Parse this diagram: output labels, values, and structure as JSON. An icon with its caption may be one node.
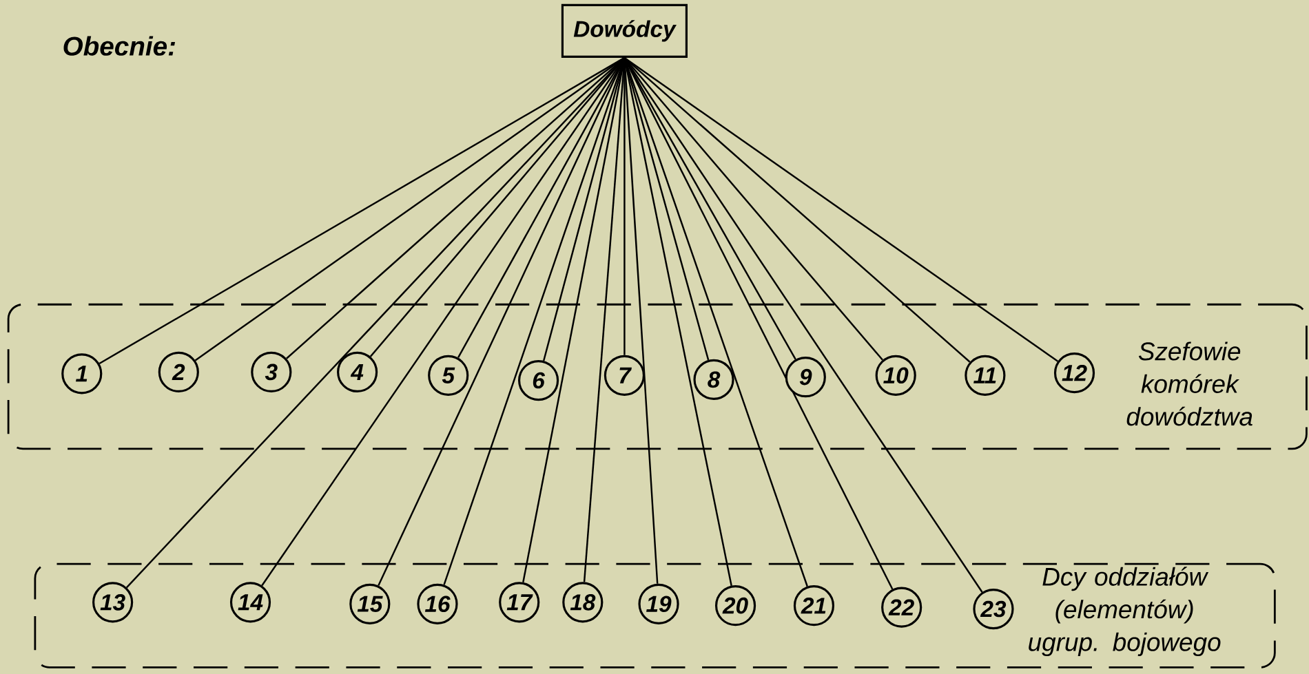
{
  "diagram": {
    "title": "Obecnie:",
    "nodes": [
      {
        "text": [
          "Dowódcy"
        ]
      },
      {
        "text": [
          "Szefowie komórek dowództwa"
        ]
      },
      {
        "text": [
          "1"
        ],
        "in": 1
      },
      {
        "text": [
          "2"
        ],
        "in": 1
      },
      {
        "text": [
          "3"
        ],
        "in": 1
      },
      {
        "text": [
          "4"
        ],
        "in": 1
      },
      {
        "text": [
          "5"
        ],
        "in": 1
      },
      {
        "text": [
          "6"
        ],
        "in": 1
      },
      {
        "text": [
          "7"
        ],
        "in": 1
      },
      {
        "text": [
          "8"
        ],
        "in": 1
      },
      {
        "text": [
          "9"
        ],
        "in": 1
      },
      {
        "text": [
          "10"
        ],
        "in": 1
      },
      {
        "text": [
          "11"
        ],
        "in": 1
      },
      {
        "text": [
          "12"
        ],
        "in": 1
      },
      {
        "text": [
          "Dcy oddziałów (elementów) ugrup. bojowego"
        ]
      },
      {
        "text": [
          "13"
        ],
        "in": 14
      },
      {
        "text": [
          "14"
        ],
        "in": 14
      },
      {
        "text": [
          "15"
        ],
        "in": 14
      },
      {
        "text": [
          "16"
        ],
        "in": 14
      },
      {
        "text": [
          "17"
        ],
        "in": 14
      },
      {
        "text": [
          "18"
        ],
        "in": 14
      },
      {
        "text": [
          "19"
        ],
        "in": 14
      },
      {
        "text": [
          "20"
        ],
        "in": 14
      },
      {
        "text": [
          "21"
        ],
        "in": 14
      },
      {
        "text": [
          "22"
        ],
        "in": 14
      },
      {
        "text": [
          "23"
        ],
        "in": 14
      }
    ],
    "edges": [
      {
        "from": 0,
        "to": 2,
        "arrow": "none"
      },
      {
        "from": 0,
        "to": 3,
        "arrow": "none"
      },
      {
        "from": 0,
        "to": 4,
        "arrow": "none"
      },
      {
        "from": 0,
        "to": 5,
        "arrow": "none"
      },
      {
        "from": 0,
        "to": 6,
        "arrow": "none"
      },
      {
        "from": 0,
        "to": 7,
        "arrow": "none"
      },
      {
        "from": 0,
        "to": 8,
        "arrow": "none"
      },
      {
        "from": 0,
        "to": 9,
        "arrow": "none"
      },
      {
        "from": 0,
        "to": 10,
        "arrow": "none"
      },
      {
        "from": 0,
        "to": 11,
        "arrow": "none"
      },
      {
        "from": 0,
        "to": 12,
        "arrow": "none"
      },
      {
        "from": 0,
        "to": 13,
        "arrow": "none"
      },
      {
        "from": 0,
        "to": 15,
        "arrow": "none"
      },
      {
        "from": 0,
        "to": 16,
        "arrow": "none"
      },
      {
        "from": 0,
        "to": 17,
        "arrow": "none"
      },
      {
        "from": 0,
        "to": 18,
        "arrow": "none"
      },
      {
        "from": 0,
        "to": 19,
        "arrow": "none"
      },
      {
        "from": 0,
        "to": 20,
        "arrow": "none"
      },
      {
        "from": 0,
        "to": 21,
        "arrow": "none"
      },
      {
        "from": 0,
        "to": 22,
        "arrow": "none"
      },
      {
        "from": 0,
        "to": 23,
        "arrow": "none"
      },
      {
        "from": 0,
        "to": 24,
        "arrow": "none"
      },
      {
        "from": 0,
        "to": 25,
        "arrow": "none"
      }
    ]
  }
}
